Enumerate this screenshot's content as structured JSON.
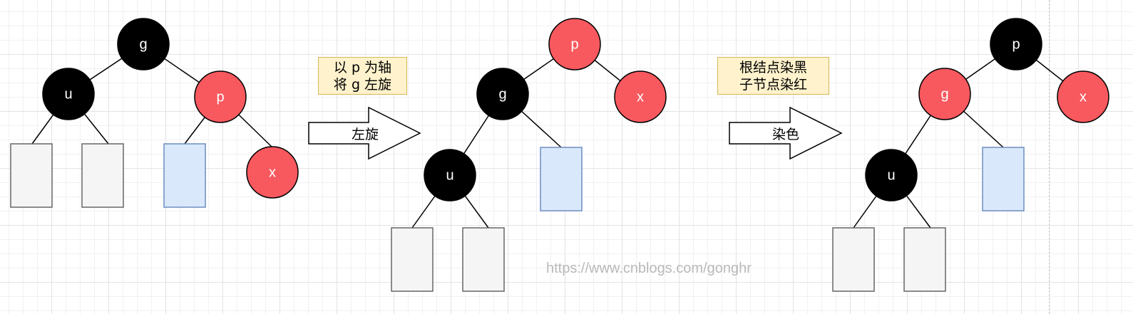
{
  "diagram1": {
    "nodes": {
      "g": "g",
      "u": "u",
      "p": "p",
      "x": "x"
    }
  },
  "step1": {
    "note_lines": [
      "以 p 为轴",
      "将 g 左旋"
    ],
    "arrow_label": "左旋"
  },
  "diagram2": {
    "nodes": {
      "p": "p",
      "g": "g",
      "x": "x",
      "u": "u"
    }
  },
  "step2": {
    "note_lines": [
      "根结点染黑",
      "子节点染红"
    ],
    "arrow_label": "染色"
  },
  "diagram3": {
    "nodes": {
      "p": "p",
      "g": "g",
      "x": "x",
      "u": "u"
    }
  },
  "colors": {
    "black_node": "#000000",
    "red_node": "#f8595f",
    "gray_leaf_fill": "#f5f5f5",
    "gray_leaf_stroke": "#666666",
    "blue_leaf_fill": "#dae8fc",
    "blue_leaf_stroke": "#6c8ebf",
    "note_fill": "#fff2cc",
    "note_stroke": "#d6b656"
  },
  "watermark": "https://www.cnblogs.com/gonghr"
}
